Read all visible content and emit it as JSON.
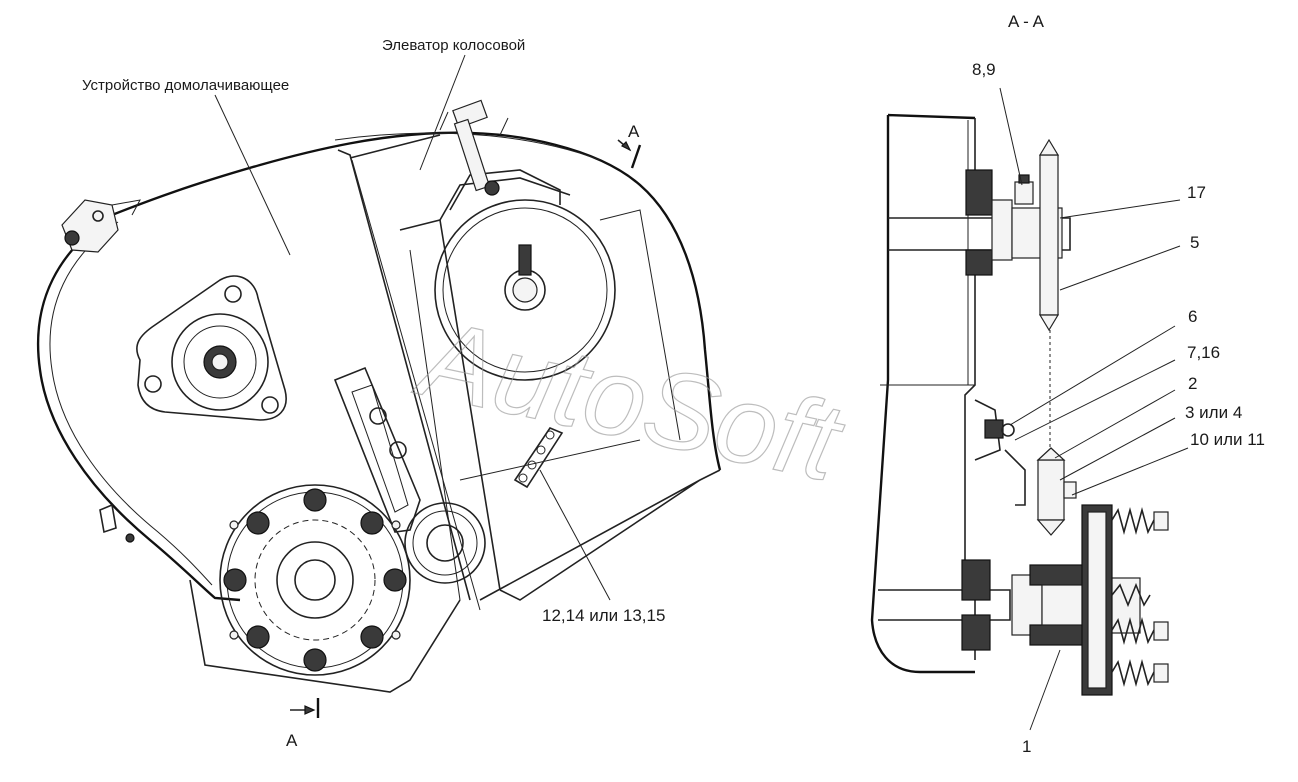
{
  "left_view": {
    "label_threshing_device": "Устройство домолачивающее",
    "label_ear_elevator": "Элеватор колосовой",
    "label_fasteners": "12,14 или 13,15",
    "section_mark_top": "A",
    "section_mark_bottom": "A"
  },
  "right_view": {
    "section_title": "A - A",
    "callouts": [
      "8,9",
      "17",
      "5",
      "6",
      "7,16",
      "2",
      "3 или 4",
      "10 или 11",
      "1"
    ]
  },
  "watermark": "AutoSoft"
}
